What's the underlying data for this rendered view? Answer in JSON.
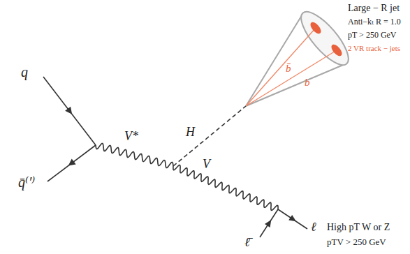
{
  "diagram": {
    "labels": [
      "Large − R jet",
      "Anti−kₜ R = 1.0",
      "pT > 250 GeV",
      "2 VR track − jets",
      "q",
      "q̄⁽′⁾",
      "V*",
      "H",
      "b̄",
      "b",
      "V",
      "ℓ",
      "ℓ̄",
      "High pT W or Z",
      "pTV > 250 GeV"
    ]
  }
}
